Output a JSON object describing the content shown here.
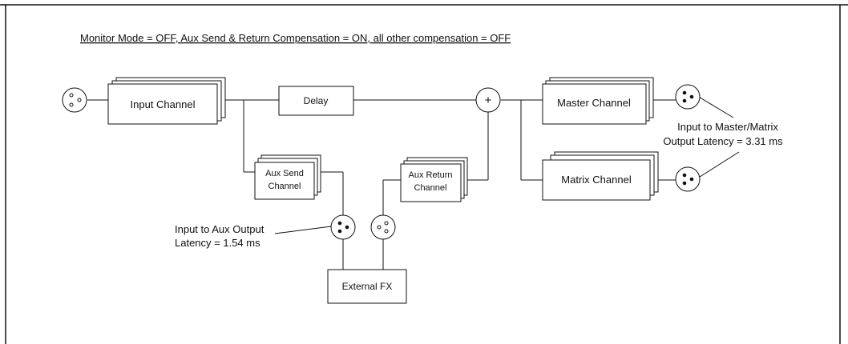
{
  "title": "Monitor Mode = OFF, Aux Send & Return Compensation = ON, all other compensation = OFF",
  "blocks": {
    "input_channel": "Input Channel",
    "delay": "Delay",
    "master_channel": "Master Channel",
    "matrix_channel": "Matrix Channel",
    "aux_send": [
      "Aux Send",
      "Channel"
    ],
    "aux_return": [
      "Aux Return",
      "Channel"
    ],
    "external_fx": "External FX"
  },
  "sum_symbol": "+",
  "annotations": {
    "aux_latency": [
      "Input to Aux Output",
      "Latency = 1.54 ms"
    ],
    "master_latency": [
      "Input to Master/Matrix",
      "Output Latency = 3.31 ms"
    ]
  },
  "icons": {
    "input_connector": "xlr-female-icon",
    "output_connector": "xlr-male-icon",
    "summing_node": "summing-node-icon"
  },
  "colors": {
    "line": "#111111",
    "background": "#ffffff"
  }
}
